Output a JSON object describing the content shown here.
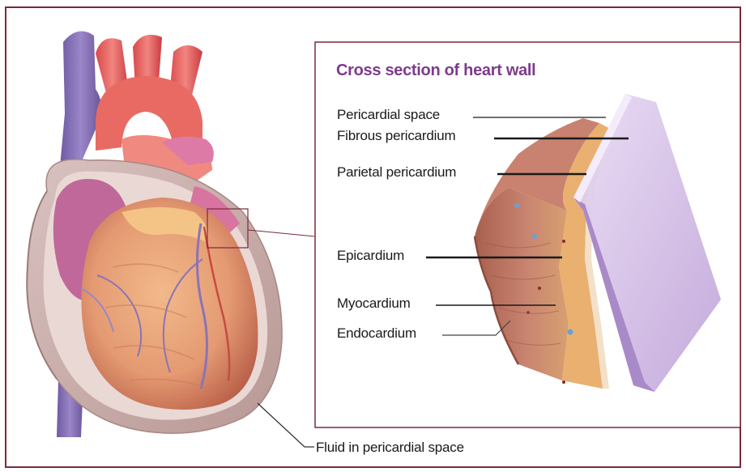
{
  "cross_section": {
    "title": "Cross section of heart wall"
  },
  "labels": {
    "pericardial_space": "Pericardial space",
    "fibrous_pericardium": "Fibrous pericardium",
    "parietal_pericardium": "Parietal pericardium",
    "epicardium": "Epicardium",
    "myocardium": "Myocardium",
    "endocardium": "Endocardium",
    "fluid": "Fluid in pericardial space"
  },
  "colors": {
    "frame_border": "#7a2a3a",
    "title": "#7d3b8c",
    "vein": "#8a74b8",
    "artery": "#e0585a",
    "pericardium": "#c9b0ae",
    "myocardium": "#c98a6e",
    "fibrous_layer": "#d9c4ec"
  }
}
